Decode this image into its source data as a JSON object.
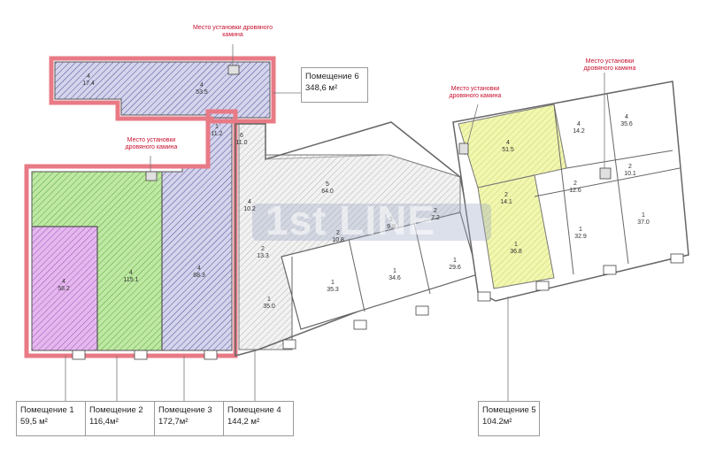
{
  "notes": [
    "Место установки дровяного камина",
    "Место установки дровяного камина",
    "Место установки дровяного камина",
    "Место установки дровяного камина"
  ],
  "labels": [
    {
      "name": "Помещение 1",
      "area": "59,5 м²"
    },
    {
      "name": "Помещение 2",
      "area": "116,4м²"
    },
    {
      "name": "Помещение 3",
      "area": "172,7м²"
    },
    {
      "name": "Помещение 4",
      "area": "144,2 м²"
    },
    {
      "name": "Помещение 5",
      "area": "104.2м²"
    },
    {
      "name": "Помещение 6",
      "area": "348,6 м²"
    }
  ],
  "rooms": [
    {
      "num": "4",
      "area": "17.4"
    },
    {
      "num": "4",
      "area": "53.5"
    },
    {
      "num": "1",
      "area": "11.2"
    },
    {
      "num": "6",
      "area": "11.0"
    },
    {
      "num": "4",
      "area": "10.2"
    },
    {
      "num": "5",
      "area": "64.0"
    },
    {
      "num": "2",
      "area": "13.3"
    },
    {
      "num": "2",
      "area": "10.8"
    },
    {
      "num": "2",
      "area": "9.9"
    },
    {
      "num": "2",
      "area": "7.2"
    },
    {
      "num": "1",
      "area": "35.3"
    },
    {
      "num": "1",
      "area": "34.6"
    },
    {
      "num": "1",
      "area": "29.6"
    },
    {
      "num": "1",
      "area": "35.0"
    },
    {
      "num": "4",
      "area": "58.2"
    },
    {
      "num": "4",
      "area": "115.1"
    },
    {
      "num": "4",
      "area": "88.3"
    },
    {
      "num": "4",
      "area": "51.5"
    },
    {
      "num": "2",
      "area": "14.1"
    },
    {
      "num": "1",
      "area": "36.8"
    },
    {
      "num": "4",
      "area": "14.2"
    },
    {
      "num": "4",
      "area": "35.6"
    },
    {
      "num": "2",
      "area": "12.6"
    },
    {
      "num": "2",
      "area": "10.1"
    },
    {
      "num": "1",
      "area": "32.9"
    },
    {
      "num": "1",
      "area": "37.0"
    }
  ],
  "watermark": "1st LINE"
}
